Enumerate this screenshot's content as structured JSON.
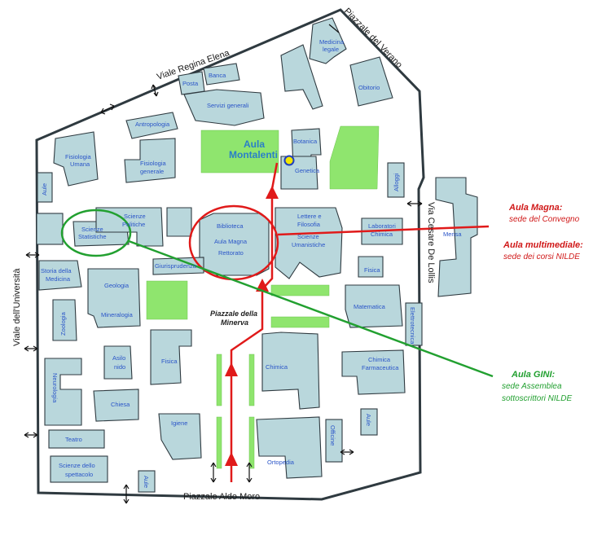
{
  "streets": {
    "viale_regina_elena": "Viale Regina Elena",
    "piazzale_del_verano": "Piazzale del Verano",
    "via_cesare_de_lollis": "Via Cesare De Lollis",
    "viale_universita": "Viale dell'Università",
    "piazzale_aldo_moro": "Piazzale Aldo Moro"
  },
  "piazzale_minerva": {
    "line1": "Piazzale della",
    "line2": "Minerva"
  },
  "aula_montalenti": {
    "line1": "Aula",
    "line2": "Montalenti"
  },
  "buildings": {
    "medicina_legale_1": "Medicina",
    "medicina_legale_2": "legale",
    "banca": "Banca",
    "posta": "Posta",
    "servizi_generali": "Servizi generali",
    "obitorio": "Obitorio",
    "antropologia": "Antropologia",
    "botanica": "Botanica",
    "genetica": "Genetica",
    "fisiologia_umana_1": "Fisiologia",
    "fisiologia_umana_2": "Umana",
    "fisiologia_generale_1": "Fisiologia",
    "fisiologia_generale_2": "generale",
    "aule_1": "Aule",
    "alloggi": "Alloggi",
    "scienze_statistiche_1": "Scienze",
    "scienze_statistiche_2": "Statistiche",
    "scienze_politiche_1": "Scienze",
    "scienze_politiche_2": "Politiche",
    "biblioteca": "Biblioteca",
    "aula_magna": "Aula Magna",
    "rettorato": "Rettorato",
    "lettere_1": "Lettere e",
    "lettere_2": "Filosofia",
    "scienze_umanistiche_1": "Scienze",
    "scienze_umanistiche_2": "Umanistiche",
    "laboratori_1": "Laboratori",
    "laboratori_2": "Chimica",
    "mensa": "Mensa",
    "storia_medicina_1": "Storia della",
    "storia_medicina_2": "Medicina",
    "giurisprudenza": "Giurisprudenza",
    "fisica_2": "Fisica",
    "geologia": "Geologia",
    "mineralogia": "Mineralogia",
    "zoologia": "Zoologia",
    "matematica": "Matematica",
    "elettrotecnica": "Elettrotecnica",
    "asilo_1": "Asilo",
    "asilo_2": "nido",
    "fisica": "Fisica",
    "chimica": "Chimica",
    "chimica_farm_1": "Chimica",
    "chimica_farm_2": "Farmaceutica",
    "neurologia": "Neurologia",
    "chiesa": "Chiesa",
    "igiene": "Igiene",
    "aule_2": "Aule",
    "officine": "Officine",
    "ortopedia": "Ortopedia",
    "teatro": "Teatro",
    "scienze_spettacolo_1": "Scienze dello",
    "scienze_spettacolo_2": "spettacolo",
    "aule_3": "Aule"
  },
  "legend": {
    "aula_magna_title": "Aula Magna:",
    "aula_magna_sub": "sede del Convegno",
    "aula_multimediale_title": "Aula multimediale:",
    "aula_multimediale_sub": "sede dei corsi NILDE",
    "aula_gini_title": "Aula GINI:",
    "aula_gini_sub1": "sede Assemblea",
    "aula_gini_sub2": "sottoscrittori NILDE"
  },
  "colors": {
    "building": "#b9d7dc",
    "green_area": "#8fe56e",
    "red_route": "#e01a1a",
    "green_marker": "#22a030",
    "marker_yellow": "#f2e600",
    "marker_blue": "#1f3fbf"
  }
}
